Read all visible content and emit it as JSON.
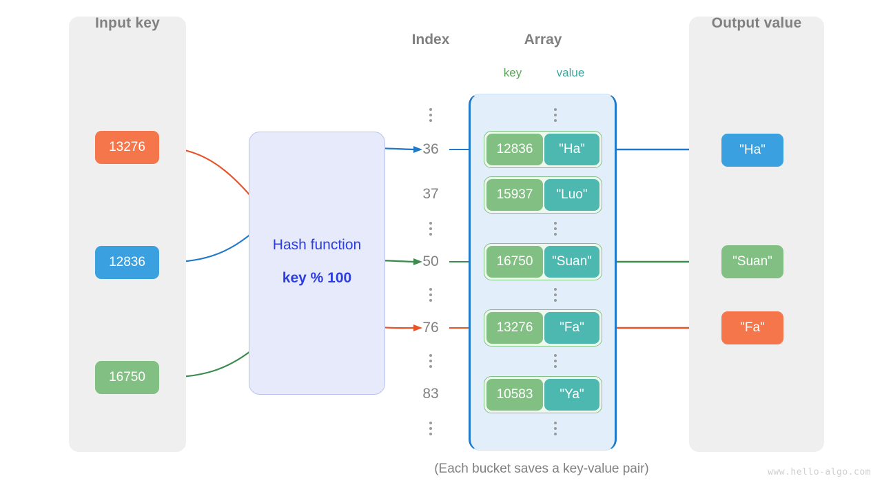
{
  "panels": {
    "input": {
      "title": "Input key"
    },
    "output": {
      "title": "Output value"
    }
  },
  "headings": {
    "index": "Index",
    "array": "Array",
    "key": "key",
    "value": "value"
  },
  "hash": {
    "label": "Hash function",
    "formula": "key % 100"
  },
  "input_keys": [
    {
      "text": "13276",
      "color": "#f4764a"
    },
    {
      "text": "12836",
      "color": "#3aa0e0"
    },
    {
      "text": "16750",
      "color": "#82bf82"
    }
  ],
  "output_values": [
    {
      "text": "\"Ha\"",
      "color": "#3aa0e0"
    },
    {
      "text": "\"Suan\"",
      "color": "#82bf82"
    },
    {
      "text": "\"Fa\"",
      "color": "#f4764a"
    }
  ],
  "index_column": [
    {
      "type": "dots"
    },
    {
      "type": "index",
      "text": "36"
    },
    {
      "type": "index",
      "text": "37"
    },
    {
      "type": "dots"
    },
    {
      "type": "index",
      "text": "50"
    },
    {
      "type": "dots"
    },
    {
      "type": "index",
      "text": "76"
    },
    {
      "type": "dots"
    },
    {
      "type": "index",
      "text": "83"
    },
    {
      "type": "dots"
    }
  ],
  "buckets": [
    {
      "key": "12836",
      "value": "\"Ha\"",
      "index": "36"
    },
    {
      "key": "15937",
      "value": "\"Luo\"",
      "index": "37"
    },
    {
      "key": "16750",
      "value": "\"Suan\"",
      "index": "50"
    },
    {
      "key": "13276",
      "value": "\"Fa\"",
      "index": "76"
    },
    {
      "key": "10583",
      "value": "\"Ya\"",
      "index": "83"
    }
  ],
  "caption": "(Each bucket saves a key-value pair)",
  "watermark": "www.hello-algo.com",
  "colors": {
    "orange": "#f4764a",
    "blue": "#3aa0e0",
    "green": "#82bf82",
    "teal": "#4cb8b0",
    "array_border": "#1f78c8",
    "array_fill": "#e2effb",
    "hash_fill": "#e6eafa",
    "hash_text": "#2d3ee0",
    "panel_fill": "#efefef",
    "label_gray": "#808080"
  }
}
